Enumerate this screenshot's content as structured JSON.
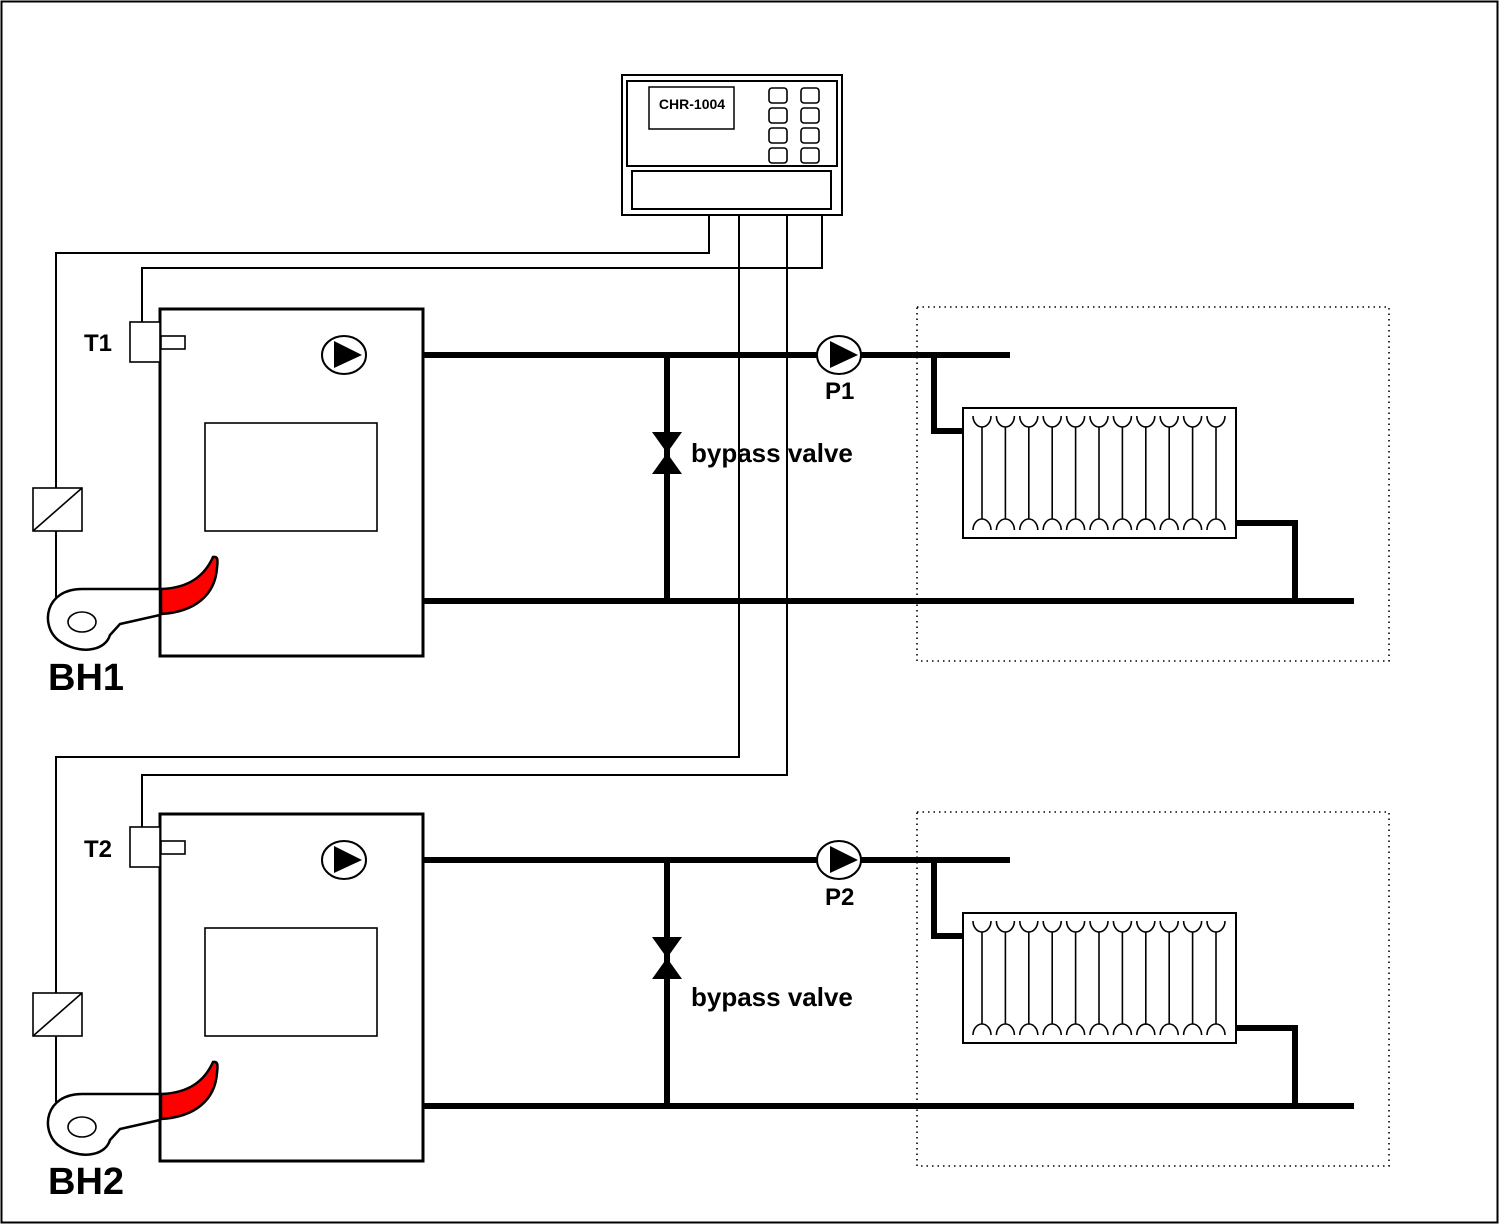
{
  "diagram": {
    "title": "Two-boiler heating system with CHR-1004 controller",
    "colors": {
      "line": "#000000",
      "flame": "#ff0000",
      "background": "#ffffff"
    }
  },
  "controller": {
    "label": "CHR-1004",
    "button_count": 8
  },
  "circuits": [
    {
      "boiler_label": "BH1",
      "sensor_label": "T1",
      "pump_label": "P1",
      "valve_label": "bypass valve",
      "radiator_sections": 11
    },
    {
      "boiler_label": "BH2",
      "sensor_label": "T2",
      "pump_label": "P2",
      "valve_label": "bypass valve",
      "radiator_sections": 11
    }
  ]
}
